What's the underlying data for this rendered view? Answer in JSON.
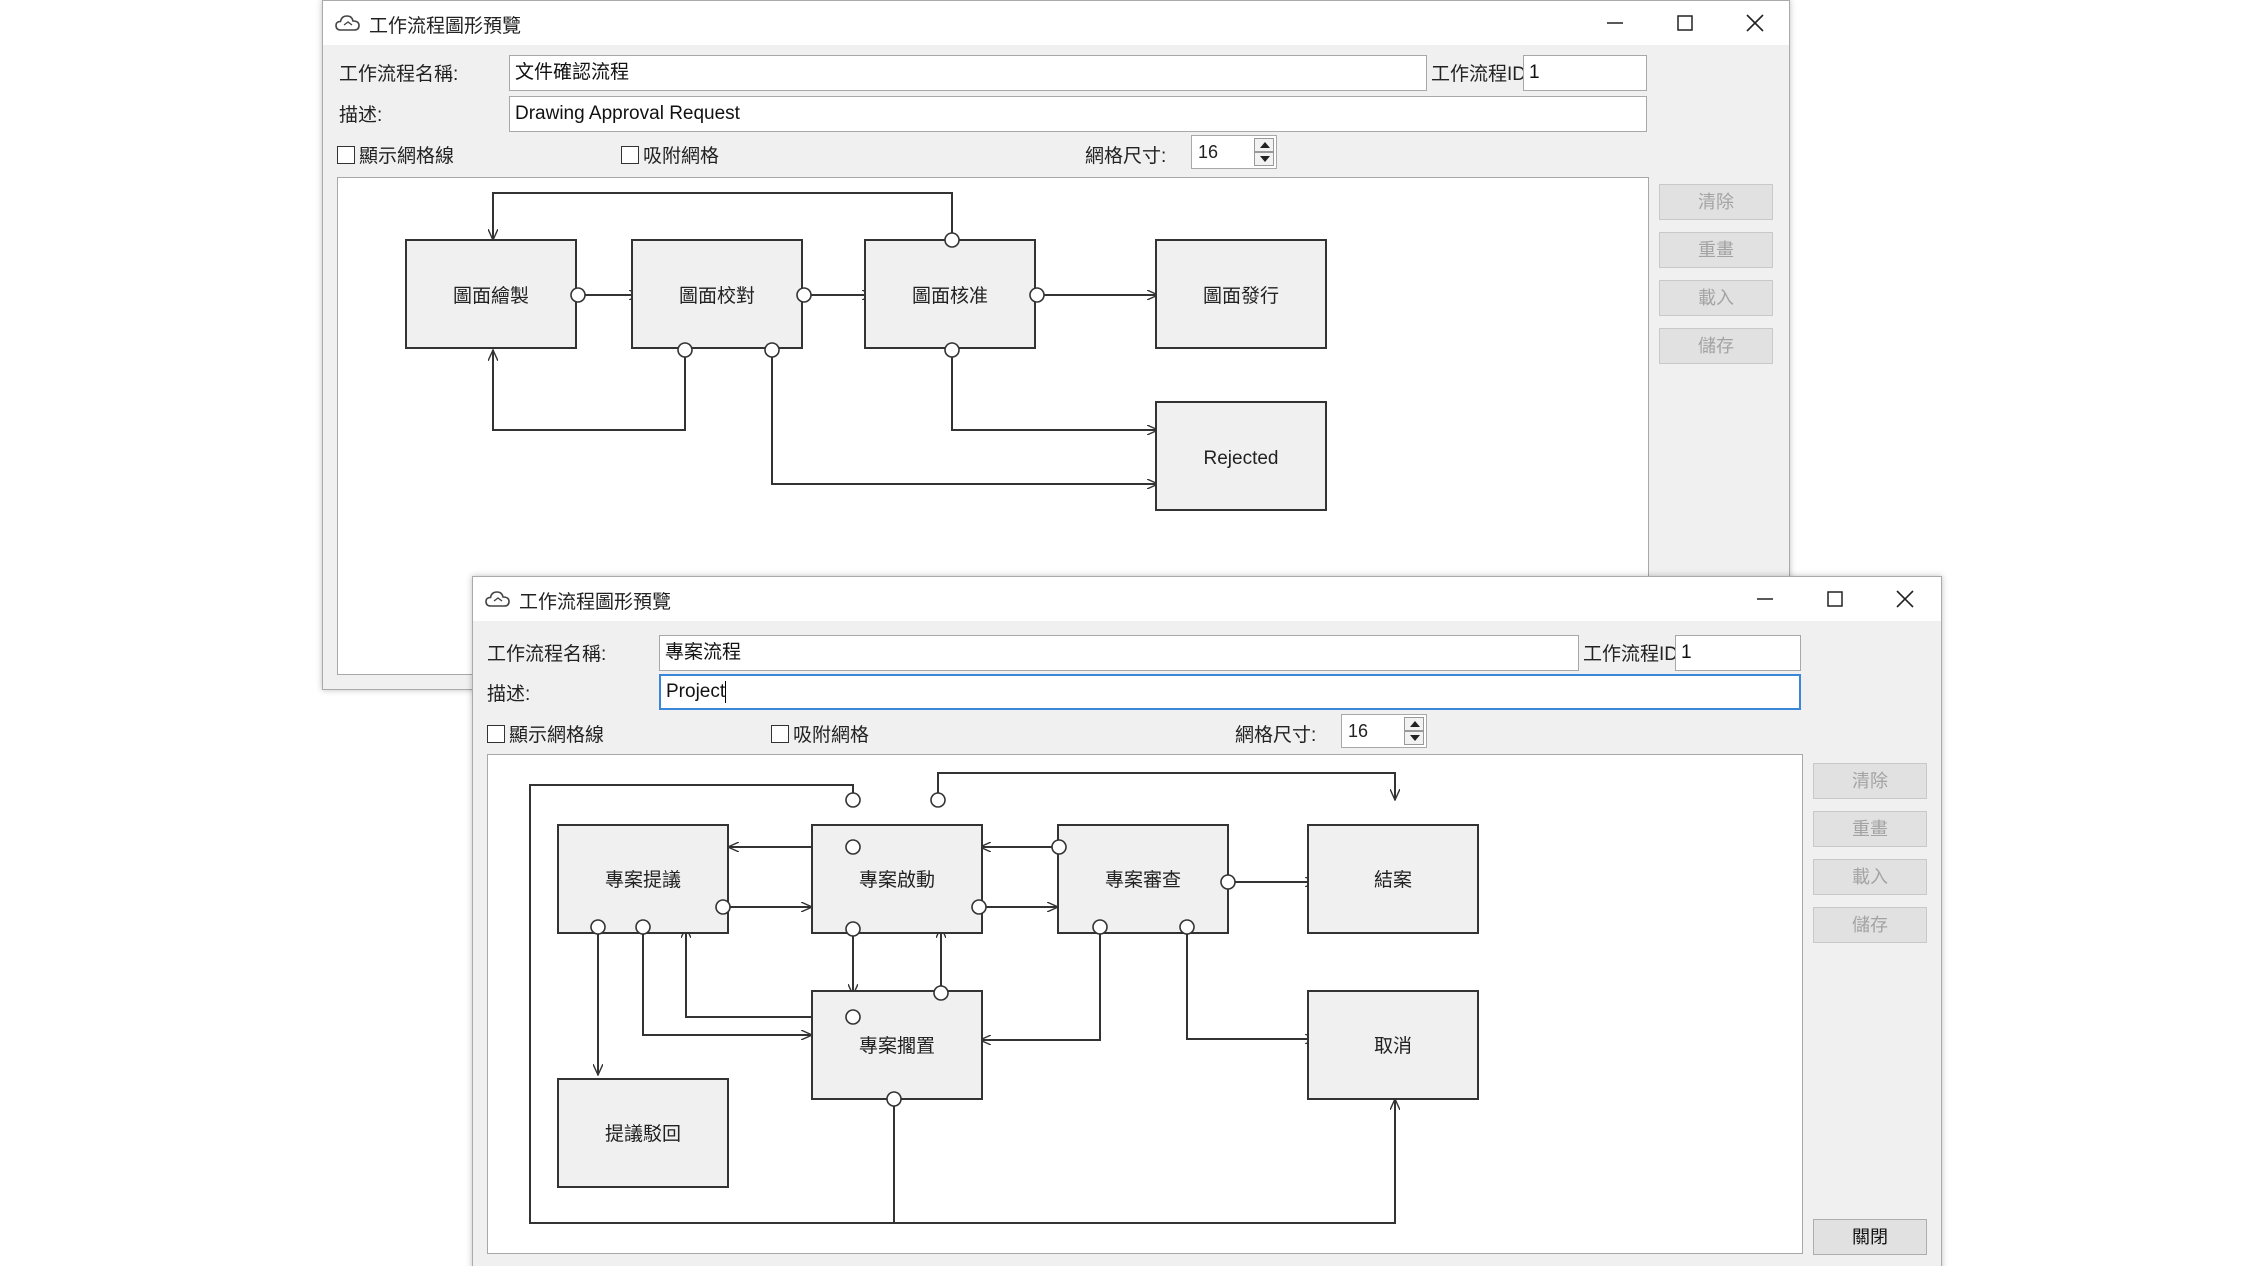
{
  "colors": {
    "window_bg": "#f0f0f0",
    "titlebar_bg": "#ffffff",
    "canvas_bg": "#ffffff",
    "node_fill": "#f0f0f0",
    "line": "#333333",
    "focus": "#3a86d8",
    "button_disabled_text": "#a3a3a3"
  },
  "icons": {
    "app": "cloud-app-icon",
    "minimize": "minimize-icon",
    "maximize": "maximize-icon",
    "close": "close-icon"
  },
  "back_window": {
    "title": "工作流程圖形預覽",
    "name_label": "工作流程名稱:",
    "name_value": "文件確認流程",
    "id_label": "工作流程ID",
    "id_value": "1",
    "desc_label": "描述:",
    "desc_value": "Drawing Approval Request",
    "show_grid_label": "顯示網格線",
    "snap_grid_label": "吸附網格",
    "grid_size_label": "網格尺寸:",
    "grid_size_value": "16",
    "buttons": {
      "clear": "清除",
      "redraw": "重畫",
      "load": "載入",
      "save": "儲存"
    },
    "nodes": [
      "圖面繪製",
      "圖面校對",
      "圖面核准",
      "圖面發行",
      "Rejected"
    ]
  },
  "front_window": {
    "title": "工作流程圖形預覽",
    "name_label": "工作流程名稱:",
    "name_value": "專案流程",
    "id_label": "工作流程ID",
    "id_value": "1",
    "desc_label": "描述:",
    "desc_value": "Project",
    "show_grid_label": "顯示網格線",
    "snap_grid_label": "吸附網格",
    "grid_size_label": "網格尺寸:",
    "grid_size_value": "16",
    "buttons": {
      "clear": "清除",
      "redraw": "重畫",
      "load": "載入",
      "save": "儲存",
      "close": "關閉"
    },
    "nodes": [
      "專案提議",
      "專案啟動",
      "專案審查",
      "結案",
      "專案擱置",
      "取消",
      "提議駁回"
    ]
  }
}
